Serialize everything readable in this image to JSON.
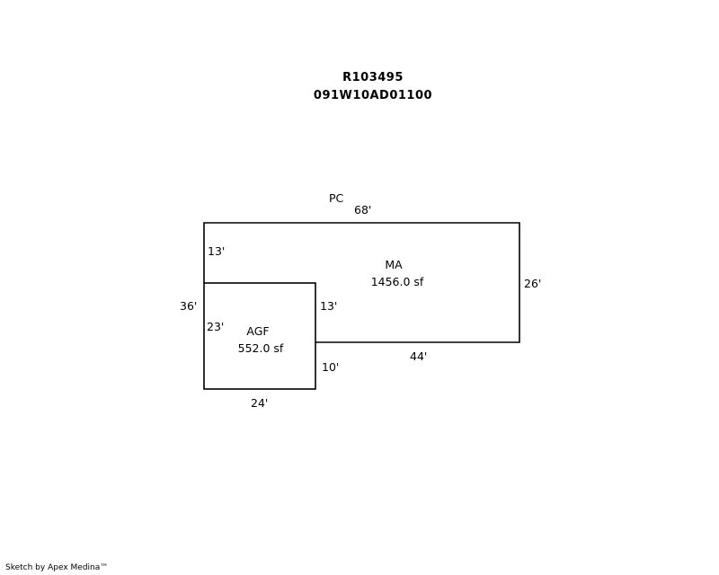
{
  "header": {
    "line1": "R103495",
    "line2": "091W10AD01100"
  },
  "sketch": {
    "label_pc": "PC",
    "main_area": {
      "name": "MA",
      "area": "1456.0 sf"
    },
    "garage_area": {
      "name": "AGF",
      "area": "552.0 sf"
    },
    "dimensions": {
      "top": "68'",
      "left_upper": "13'",
      "left_total": "36'",
      "right": "26'",
      "inner_vertical": "13'",
      "garage_left": "23'",
      "bottom_right": "44'",
      "garage_right": "10'",
      "garage_bottom": "24'"
    }
  },
  "footer": {
    "credit": "Sketch by Apex Medina™"
  }
}
